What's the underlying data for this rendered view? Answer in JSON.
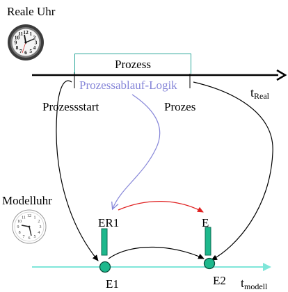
{
  "clocks": {
    "real": {
      "label": "Reale Uhr",
      "numerals": [
        "12",
        "1",
        "2",
        "3",
        "4",
        "5",
        "6",
        "7",
        "8",
        "9",
        "10",
        "11"
      ]
    },
    "model": {
      "label": "Modelluhr",
      "numerals": [
        "12",
        "1",
        "2",
        "3",
        "4",
        "5",
        "6",
        "7",
        "8",
        "9",
        "10",
        "11"
      ]
    }
  },
  "timelines": {
    "real": {
      "symbol": "t",
      "subscript": "Real"
    },
    "model": {
      "symbol": "t",
      "subscript": "modell"
    }
  },
  "process": {
    "box_label": "Prozess",
    "logic_label": "Prozessablauf-Logik",
    "start_label": "Prozessstart",
    "end_label": "Prozes"
  },
  "events": {
    "er1": "ER1",
    "er2": "E",
    "e1": "E1",
    "e2": "E2"
  },
  "colors": {
    "timeline_real": "#000000",
    "timeline_model": "#7fe6d9",
    "box_border": "#2ba79a",
    "logic": "#8585d8",
    "event_node": "#1db88c",
    "causal_arrow": "#e02020"
  }
}
